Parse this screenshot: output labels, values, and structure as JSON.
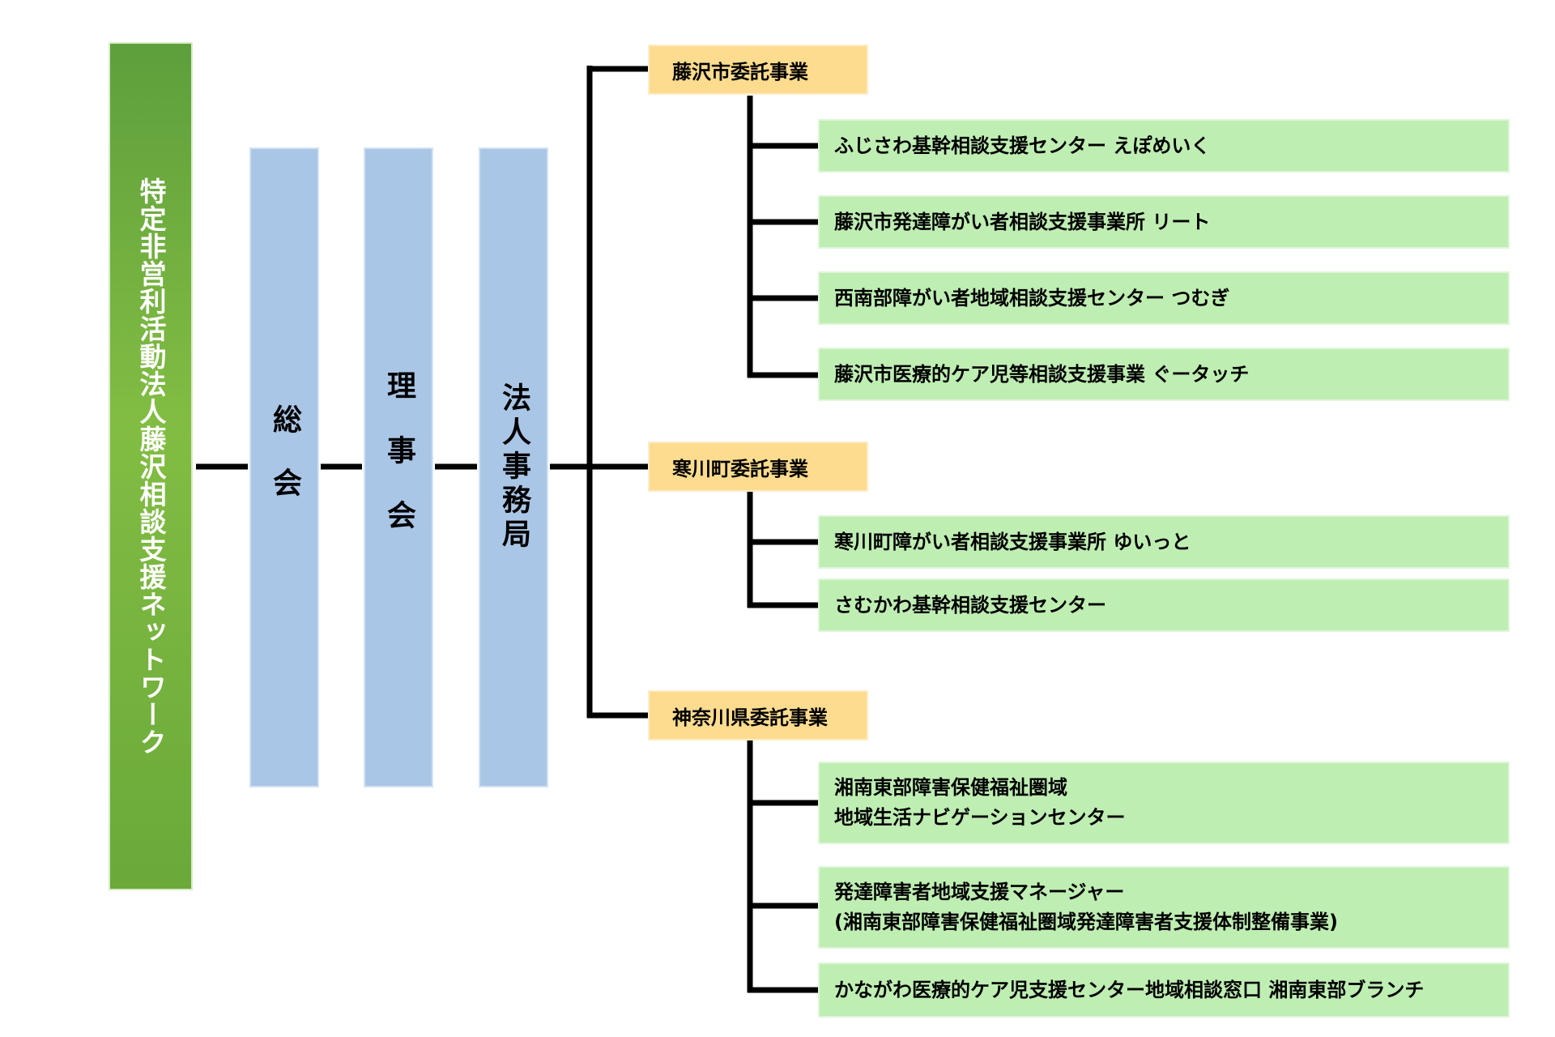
{
  "organization": {
    "name": "特定非営利活動法人藤沢相談支援ネットワーク"
  },
  "pillars": {
    "general_assembly": "総会",
    "board": "理事会",
    "secretariat": "法人事務局"
  },
  "groups": [
    {
      "header": "藤沢市委託事業",
      "items": [
        {
          "line1": "ふじさわ基幹相談支援センター えぽめいく",
          "line2": ""
        },
        {
          "line1": "藤沢市発達障がい者相談支援事業所 リート",
          "line2": ""
        },
        {
          "line1": "西南部障がい者地域相談支援センター つむぎ",
          "line2": ""
        },
        {
          "line1": "藤沢市医療的ケア児等相談支援事業 ぐータッチ",
          "line2": ""
        }
      ]
    },
    {
      "header": "寒川町委託事業",
      "items": [
        {
          "line1": "寒川町障がい者相談支援事業所 ゆいっと",
          "line2": ""
        },
        {
          "line1": "さむかわ基幹相談支援センター",
          "line2": ""
        }
      ]
    },
    {
      "header": "神奈川県委託事業",
      "items": [
        {
          "line1": "湘南東部障害保健福祉圏域",
          "line2": "地域生活ナビゲーションセンター"
        },
        {
          "line1": "発達障害者地域支援マネージャー",
          "line2": "(湘南東部障害保健福祉圏域発達障害者支援体制整備事業)"
        },
        {
          "line1": "かながわ医療的ケア児支援センター地域相談窓口 湘南東部ブランチ",
          "line2": ""
        }
      ]
    }
  ],
  "colors": {
    "organization": "#6aa93a",
    "pillar": "#aac6e6",
    "header": "#fddc8f",
    "item": "#bfeeb3",
    "connector": "#000000"
  }
}
